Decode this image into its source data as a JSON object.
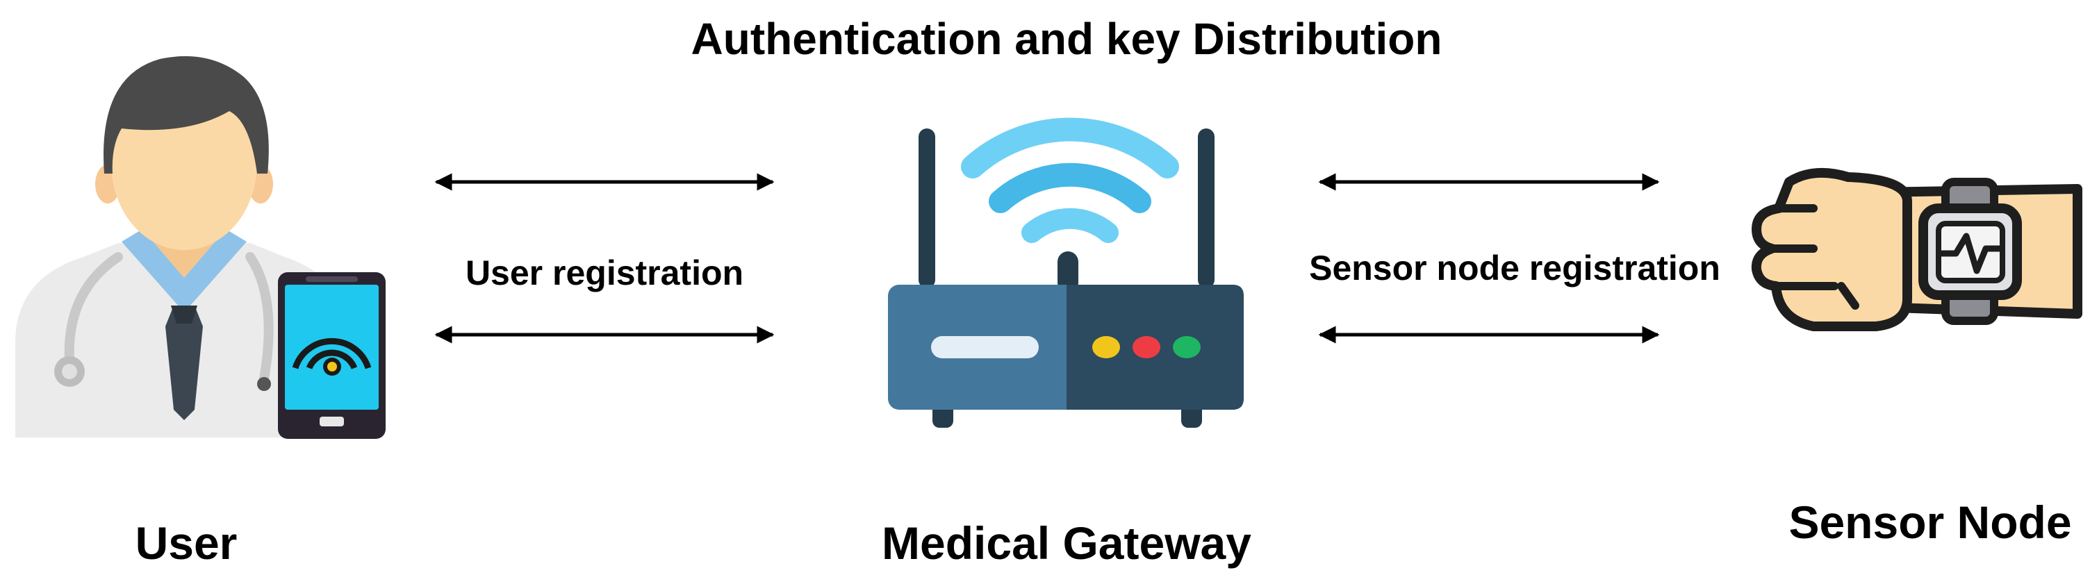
{
  "title": "Authentication and key Distribution",
  "nodes": {
    "user": {
      "label": "User",
      "icon": "doctor-with-smartphone-icon"
    },
    "gateway": {
      "label": "Medical Gateway",
      "icon": "wifi-router-icon"
    },
    "sensor": {
      "label": "Sensor Node",
      "icon": "smartwatch-wrist-icon"
    }
  },
  "edges": {
    "user_gateway": {
      "label": "User registration",
      "direction": "bidirectional",
      "count": 2
    },
    "gateway_sensor": {
      "label": "Sensor node registration",
      "direction": "bidirectional",
      "count": 2
    }
  },
  "colors": {
    "router_light": "#44779c",
    "router_dark": "#2c4a60",
    "antenna": "#243c4c",
    "wifi_light": "#6fd0f5",
    "wifi_dark": "#45b8e8",
    "led_yellow": "#f2c51c",
    "led_red": "#ee3c45",
    "led_green": "#1eb563",
    "skin": "#fbd9a6",
    "hair": "#4a4a4a",
    "coat": "#ebebeb",
    "shirt": "#8fc2e8",
    "phone_screen": "#1fc8ee"
  }
}
